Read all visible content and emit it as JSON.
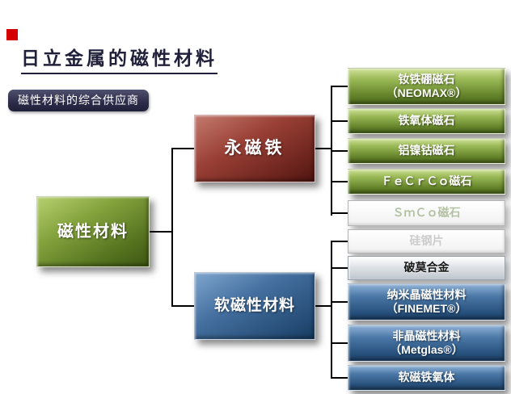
{
  "header": {
    "title": "日立金属的磁性材料",
    "badge": "磁性材料的综合供应商"
  },
  "root": {
    "label": "磁性材料"
  },
  "branches": {
    "permanent": {
      "label": "永磁铁"
    },
    "soft": {
      "label": "软磁性材料"
    }
  },
  "leaves": [
    {
      "label": "钕铁硼磁石\n（NEOMAX®）"
    },
    {
      "label": "铁氧体磁石"
    },
    {
      "label": "铝镍钴磁石"
    },
    {
      "label": "ＦｅＣｒＣｏ磁石"
    },
    {
      "label": "ＳｍＣｏ磁石"
    },
    {
      "label": "硅钢片"
    },
    {
      "label": "破莫合金"
    },
    {
      "label": "纳米晶磁性材料\n（FINEMET®）"
    },
    {
      "label": "非晶磁性材料\n（Metglas®）"
    },
    {
      "label": "软磁铁氧体"
    }
  ],
  "colors": {
    "red_square": "#d40000",
    "badge_bg": "#2c2c49",
    "root_green": "#55731f",
    "permanent_maroon": "#65201a",
    "soft_blue": "#234a73",
    "leaf_green": "#64832a",
    "leaf_blue": "#27507c",
    "connector": "#000000"
  }
}
